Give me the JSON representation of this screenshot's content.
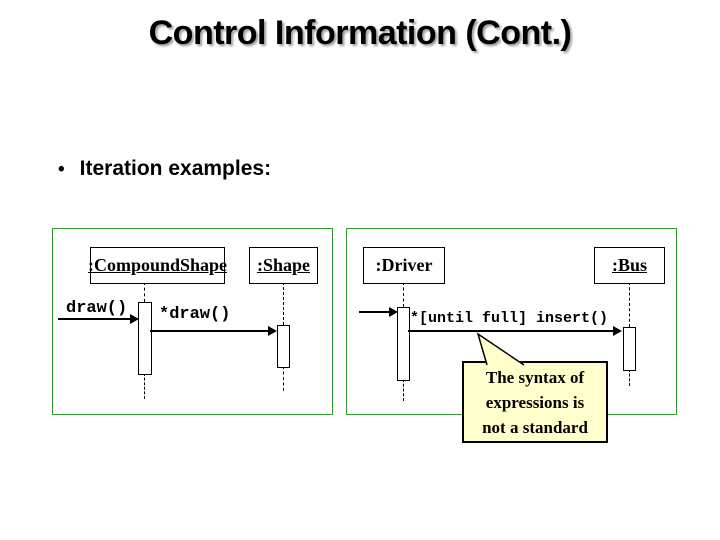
{
  "slide": {
    "title": "Control Information (Cont.)",
    "bullet_glyph": "•",
    "bullet": "Iteration examples:"
  },
  "colors": {
    "panel_border": "#339933",
    "callout_bg": "#FFFFCC",
    "text": "#000000",
    "title_shadow": "#9E9E9E"
  },
  "left_diagram": {
    "objects": [
      {
        "label": ":CompoundShape"
      },
      {
        "label": ":Shape"
      }
    ],
    "messages": [
      {
        "label": "draw()"
      },
      {
        "label": "*draw()"
      }
    ]
  },
  "right_diagram": {
    "objects": [
      {
        "label": ":Driver"
      },
      {
        "label": ":Bus"
      }
    ],
    "messages": [
      {
        "label": "*[until full] insert()"
      }
    ],
    "callout": {
      "lines": [
        "The syntax of",
        "expressions is",
        "not a standard"
      ]
    }
  }
}
